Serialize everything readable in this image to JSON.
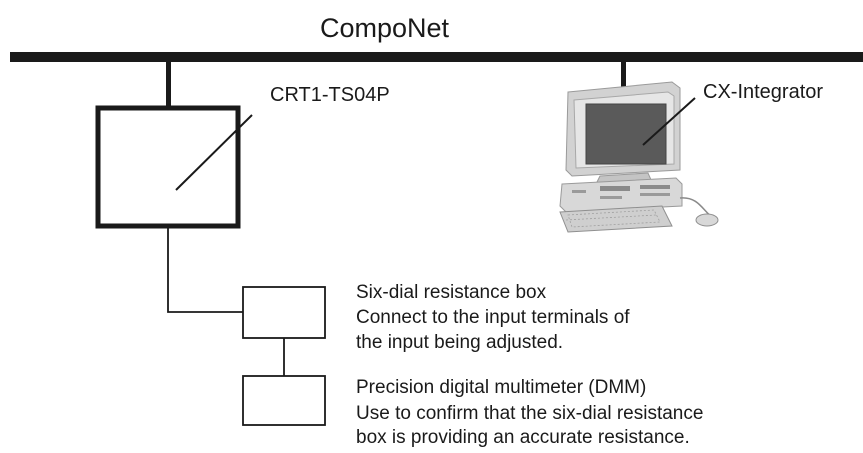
{
  "network": {
    "name": "CompoNet"
  },
  "nodes": {
    "unit": {
      "label": "CRT1-TS04P"
    },
    "computer": {
      "label": "CX-Integrator"
    },
    "resistance_box": {
      "label": "Six-dial resistance box",
      "desc_line1": "Connect to the input terminals of",
      "desc_line2": "the input being adjusted."
    },
    "multimeter": {
      "label": "Precision digital multimeter (DMM)",
      "desc_line1": "Use to confirm that the six-dial resistance",
      "desc_line2": "box is providing an accurate resistance."
    }
  },
  "colors": {
    "line": "#1a1a1a",
    "computer_body": "#d4d4d4",
    "computer_screen": "#5a5a5a"
  }
}
